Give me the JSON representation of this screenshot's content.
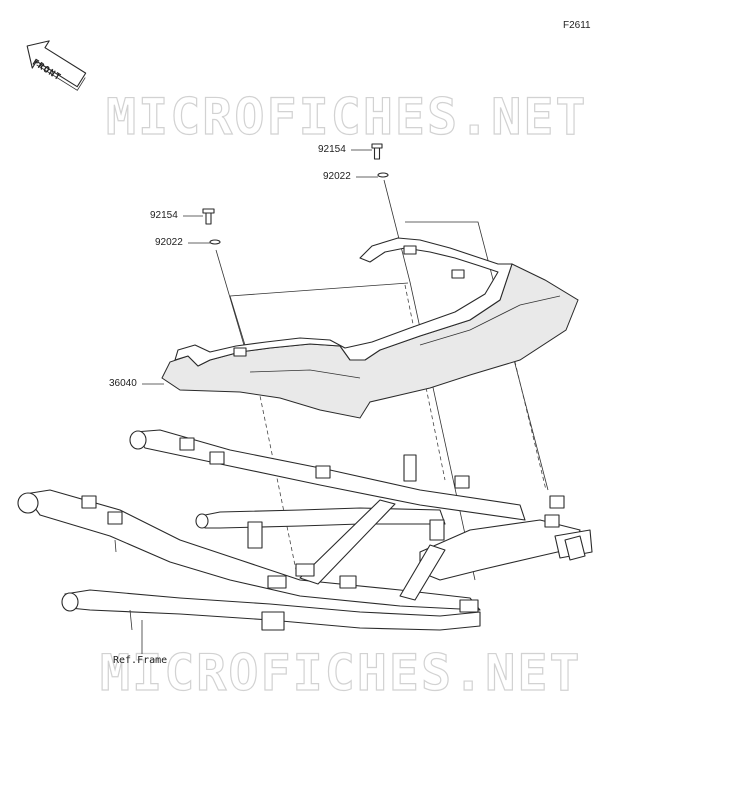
{
  "figure_code": "F2611",
  "front_arrow_label": "FRONT",
  "watermark_text": "MICROFICHES.NET",
  "parts": {
    "bolt_right": "92154",
    "washer_right": "92022",
    "bolt_left": "92154",
    "washer_left": "92022",
    "cowl": "36040",
    "frame_ref": "Ref.Frame"
  }
}
